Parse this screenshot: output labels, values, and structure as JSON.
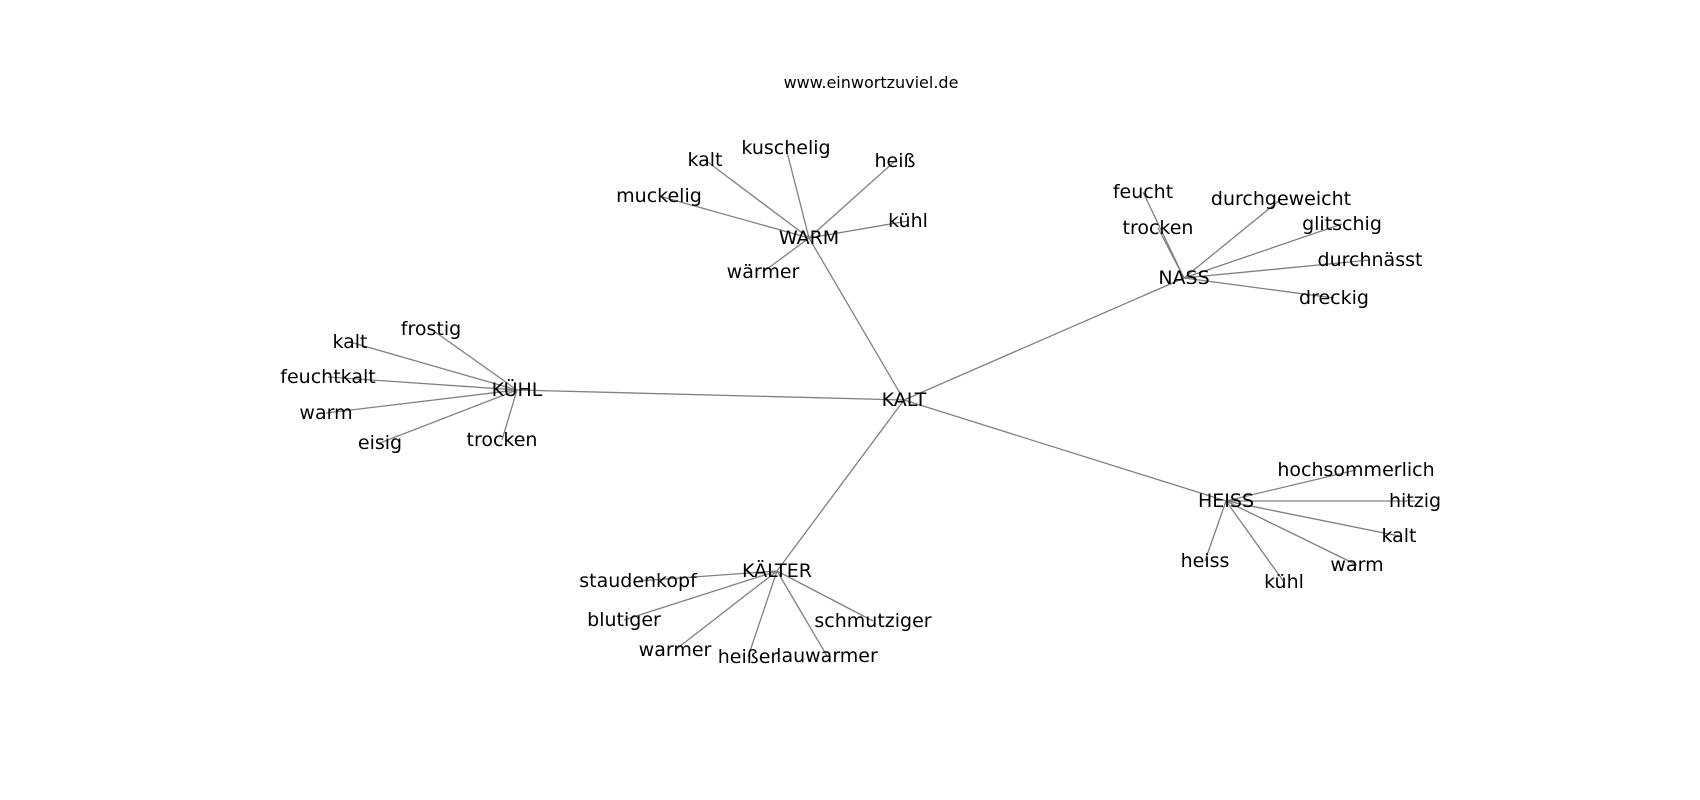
{
  "header": {
    "site": "www.einwortzuviel.de"
  },
  "graph": {
    "root": "KALT",
    "hubs": [
      {
        "label": "WARM",
        "children": [
          "kuschelig",
          "kalt",
          "heiß",
          "muckelig",
          "kühl",
          "wärmer"
        ]
      },
      {
        "label": "NASS",
        "children": [
          "feucht",
          "durchgeweicht",
          "trocken",
          "glitschig",
          "durchnässt",
          "dreckig"
        ]
      },
      {
        "label": "KÜHL",
        "children": [
          "frostig",
          "kalt",
          "feuchtkalt",
          "warm",
          "eisig",
          "trocken"
        ]
      },
      {
        "label": "HEISS",
        "children": [
          "hochsommerlich",
          "hitzig",
          "kalt",
          "warm",
          "heiss",
          "kühl"
        ]
      },
      {
        "label": "KÄLTER",
        "children": [
          "staudenkopf",
          "blutiger",
          "schmutziger",
          "warmer",
          "heißer",
          "lauwarmer"
        ]
      }
    ]
  }
}
